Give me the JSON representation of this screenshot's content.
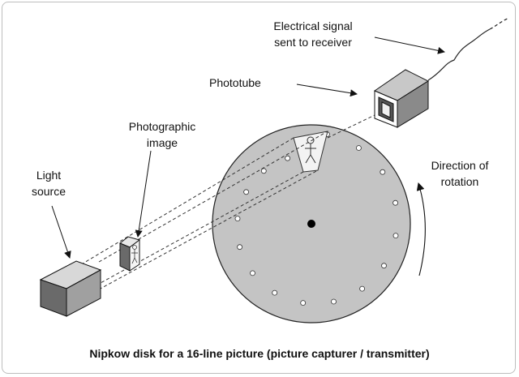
{
  "labels": {
    "signal_line1": "Electrical signal",
    "signal_line2": "sent to receiver",
    "phototube": "Phototube",
    "photo_line1": "Photographic",
    "photo_line2": "image",
    "light_line1": "Light",
    "light_line2": "source",
    "direction_line1": "Direction of",
    "direction_line2": "rotation"
  },
  "caption": "Nipkow disk for a 16-line picture (picture capturer / transmitter)",
  "disk": {
    "hole_count": 16,
    "fill": "#c4c4c4"
  }
}
